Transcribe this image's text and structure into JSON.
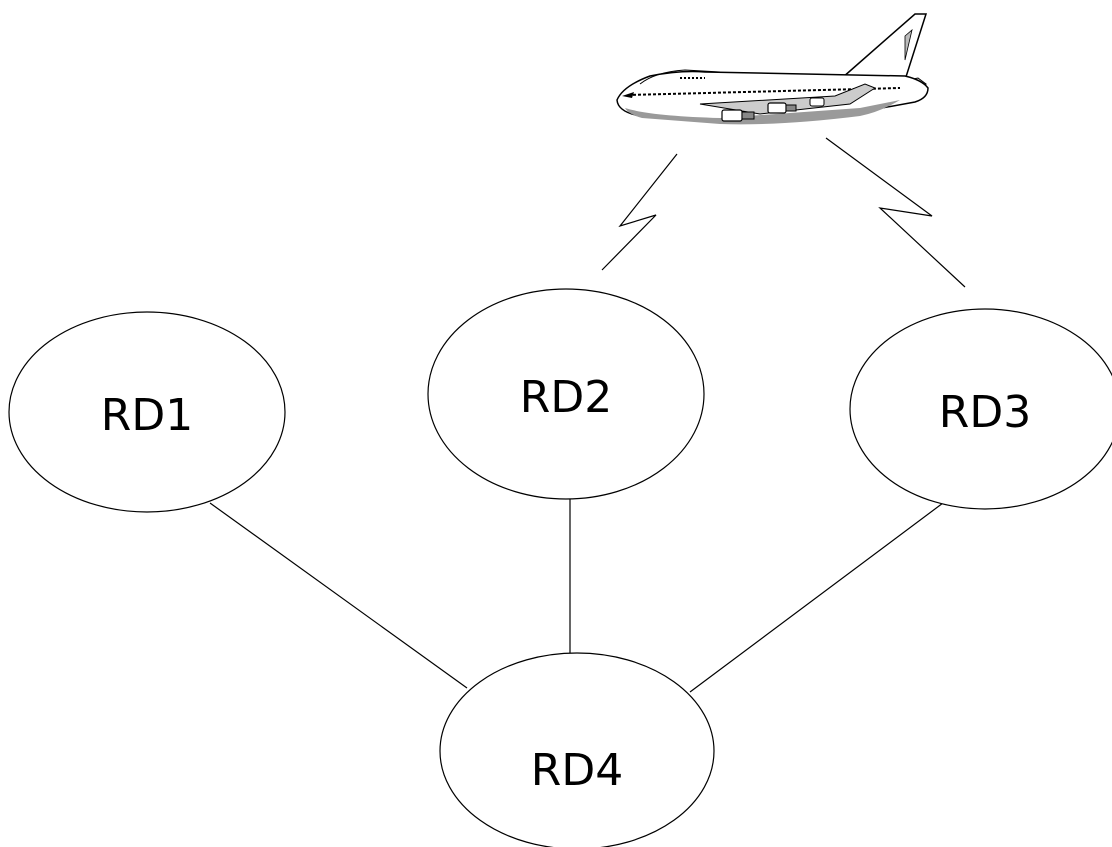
{
  "nodes": [
    {
      "id": "rd1",
      "label": "RD1"
    },
    {
      "id": "rd2",
      "label": "RD2"
    },
    {
      "id": "rd3",
      "label": "RD3"
    },
    {
      "id": "rd4",
      "label": "RD4"
    }
  ],
  "edges": [
    {
      "from": "rd1",
      "to": "rd4"
    },
    {
      "from": "rd2",
      "to": "rd4"
    },
    {
      "from": "rd3",
      "to": "rd4"
    }
  ],
  "radio_links": [
    {
      "from": "aircraft",
      "to": "rd2"
    },
    {
      "from": "aircraft",
      "to": "rd3"
    }
  ],
  "aircraft_icon": "airliner-icon"
}
